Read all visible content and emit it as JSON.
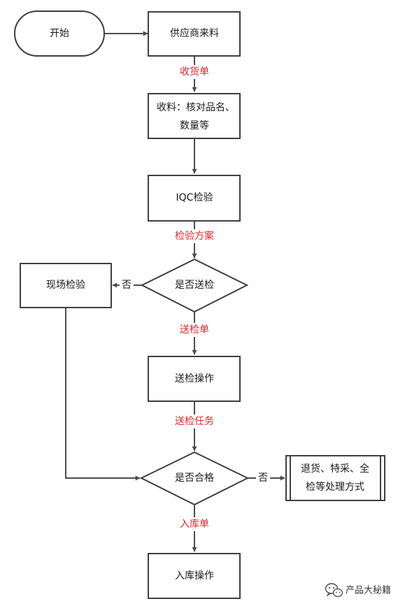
{
  "nodes": {
    "start": "开始",
    "supplier": "供应商来料",
    "receive_line1": "收料：核对品名、",
    "receive_line2": "数量等",
    "iqc": "IQC检验",
    "decision_send": "是否送检",
    "field_inspect": "现场检验",
    "send_op": "送检操作",
    "decision_pass": "是否合格",
    "handle_line1": "退货、特采、全",
    "handle_line2": "检等处理方式",
    "store_op": "入库操作"
  },
  "edge_labels": {
    "receipt": "收货单",
    "plan": "检验方案",
    "no_send": "否",
    "send_sheet": "送检单",
    "send_task": "送检任务",
    "no_pass": "否",
    "store_sheet": "入库单"
  },
  "watermark": {
    "icon": "wechat-icon",
    "text": "产品大秘籍"
  },
  "colors": {
    "stroke": "#3f3f3f",
    "label_red": "#e3262b",
    "text": "#1a1a1a"
  }
}
